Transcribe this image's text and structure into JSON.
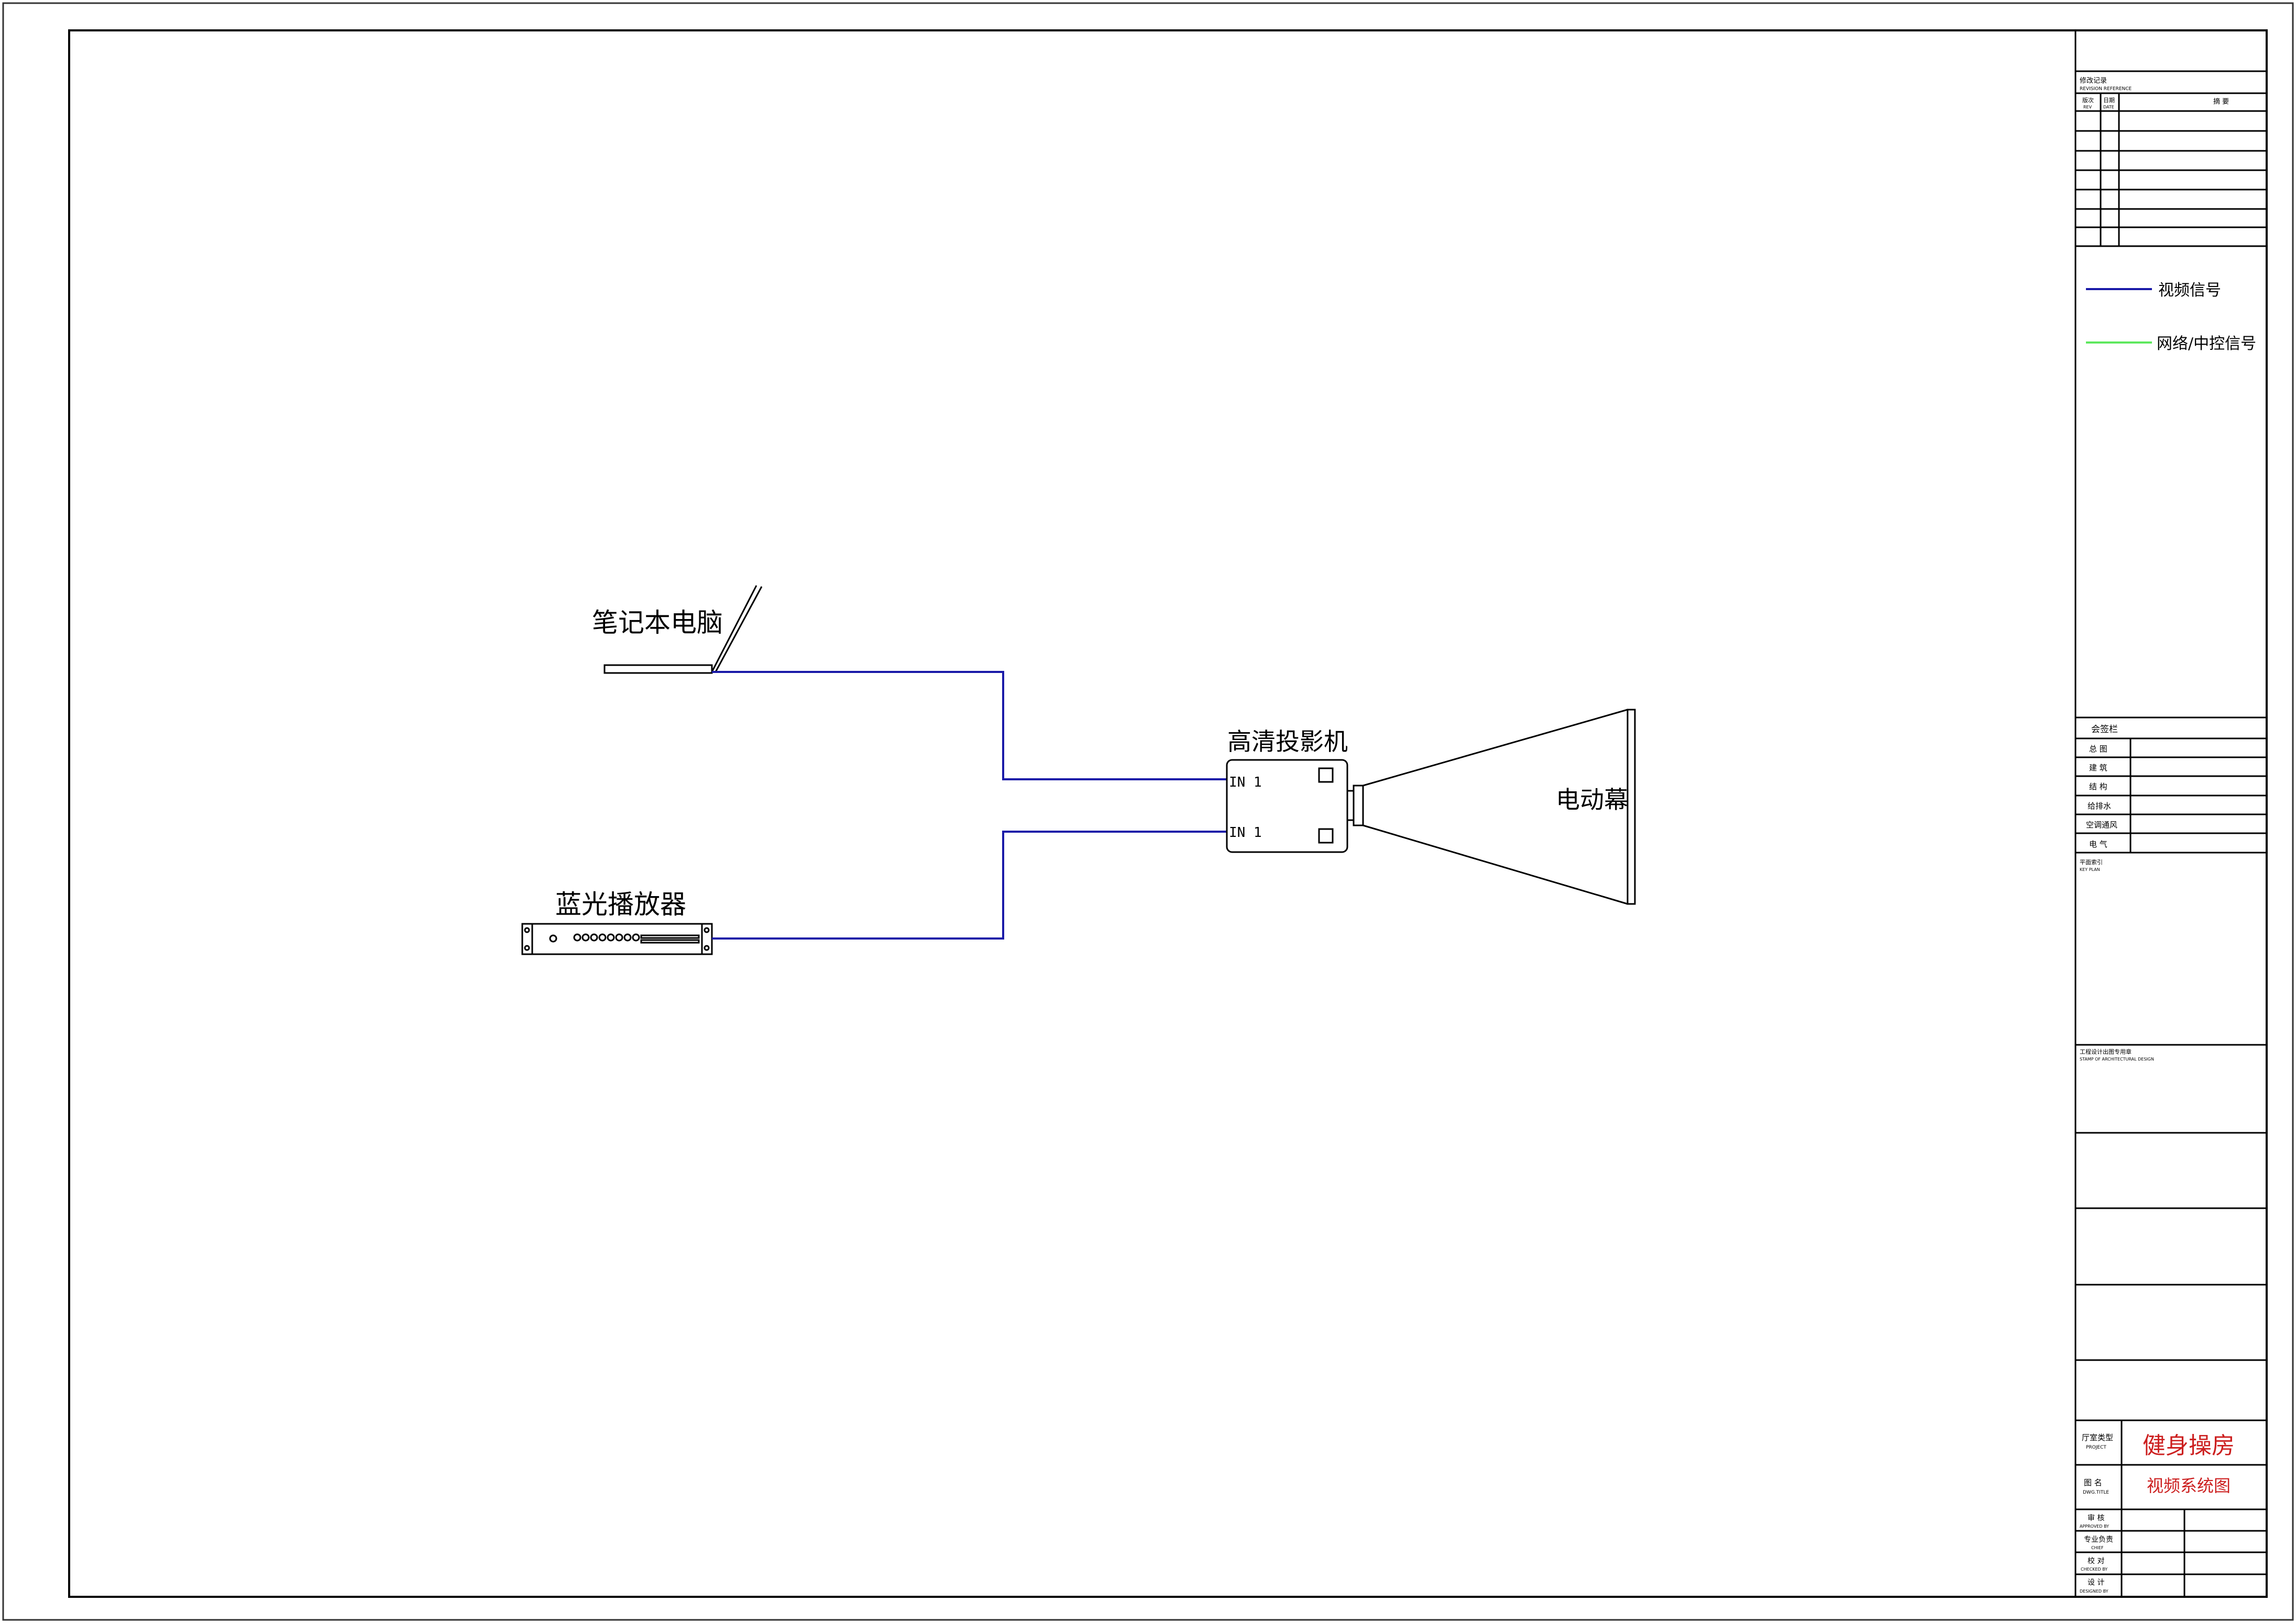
{
  "devices": {
    "laptop": "笔记本电脑",
    "bluray": "蓝光播放器",
    "projector": "高清投影机",
    "screen": "电动幕",
    "port1": "IN 1",
    "port2": "IN 1"
  },
  "legend": {
    "video": "视频信号",
    "network": "网络/中控信号",
    "video_color": "#1a1aa8",
    "network_color": "#5ee85e"
  },
  "title_block": {
    "revision_cn": "修改记录",
    "revision_en": "REVISION REFERENCE",
    "col_rev_cn": "版次",
    "col_rev_en": "REV",
    "col_date_cn": "日期",
    "col_date_en": "DATE",
    "col_note": "摘 要",
    "countersign": "会签栏",
    "sign_rows": [
      "总  图",
      "建  筑",
      "结  构",
      "给排水",
      "空调通风",
      "电  气"
    ],
    "keyplan_cn": "平面索引",
    "keyplan_en": "KEY PLAN",
    "stamp_cn": "工程设计出图专用章",
    "stamp_en": "STAMP OF ARCHITECTURAL DESIGN",
    "project_cn": "厅室类型",
    "project_en": "PROJECT",
    "project_value": "健身操房",
    "drawing_cn": "图  名",
    "drawing_en": "DWG.TITLE",
    "drawing_value": "视频系统图",
    "approved_cn": "审  核",
    "approved_en": "APPROVED BY",
    "chief_cn": "专业负责",
    "chief_en": "CHIEF",
    "checked_cn": "校  对",
    "checked_en": "CHECKED BY",
    "designed_cn": "设  计",
    "designed_en": "DESIGNED BY",
    "red": "#cc1f1f"
  }
}
